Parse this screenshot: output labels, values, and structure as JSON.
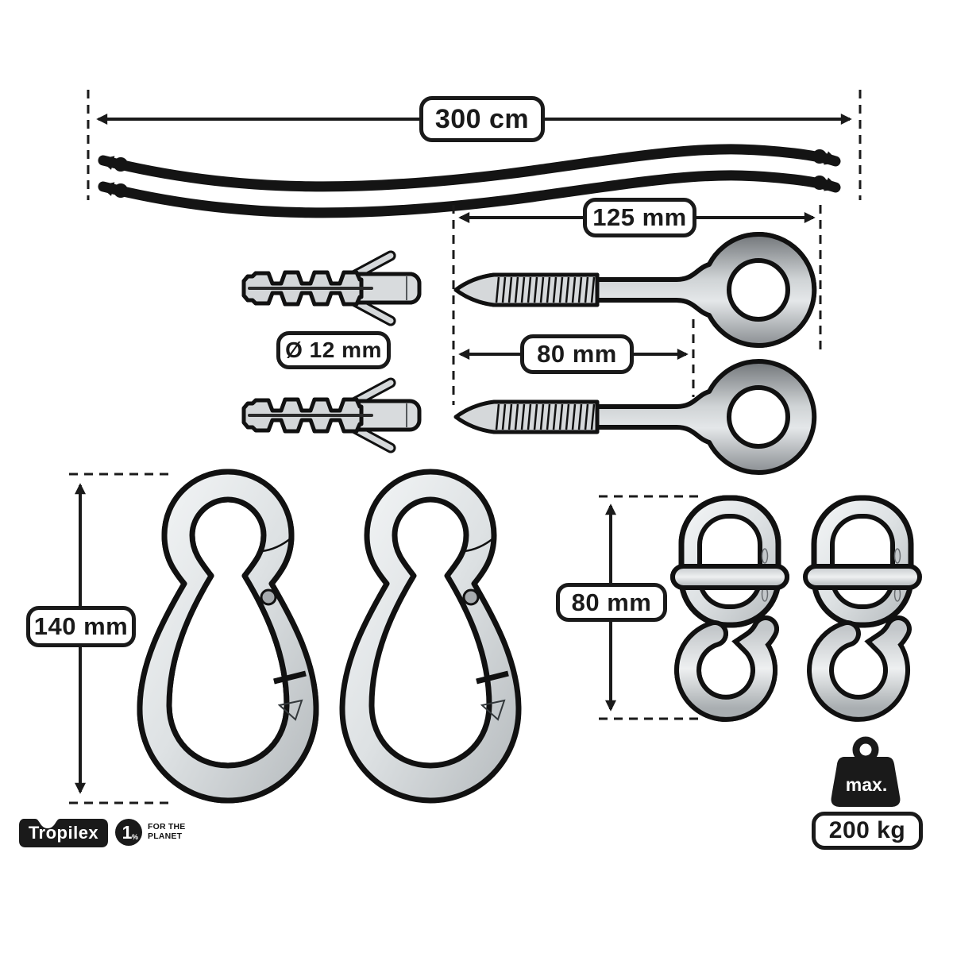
{
  "diagram": {
    "rope": {
      "length_label": "300 cm"
    },
    "wall_plug": {
      "diameter_label": "Ø 12 mm"
    },
    "eye_screw": {
      "total_length_label": "125 mm",
      "thread_length_label": "80 mm"
    },
    "carabiner": {
      "length_label": "140 mm"
    },
    "s_hook": {
      "length_label": "80 mm"
    },
    "weight": {
      "tag": "max.",
      "value_label": "200 kg"
    }
  },
  "branding": {
    "brand_name": "Tropilex",
    "one_percent": {
      "number": "1",
      "percent": "%",
      "line1": "FOR THE",
      "line2": "PLANET"
    }
  },
  "colors": {
    "ink": "#1a1a1a",
    "metal_light": "#f5f7f8",
    "metal_mid": "#dde1e3",
    "metal_dark": "#8a8e92",
    "plug_gray": "#d5d8da",
    "background": "#ffffff"
  }
}
